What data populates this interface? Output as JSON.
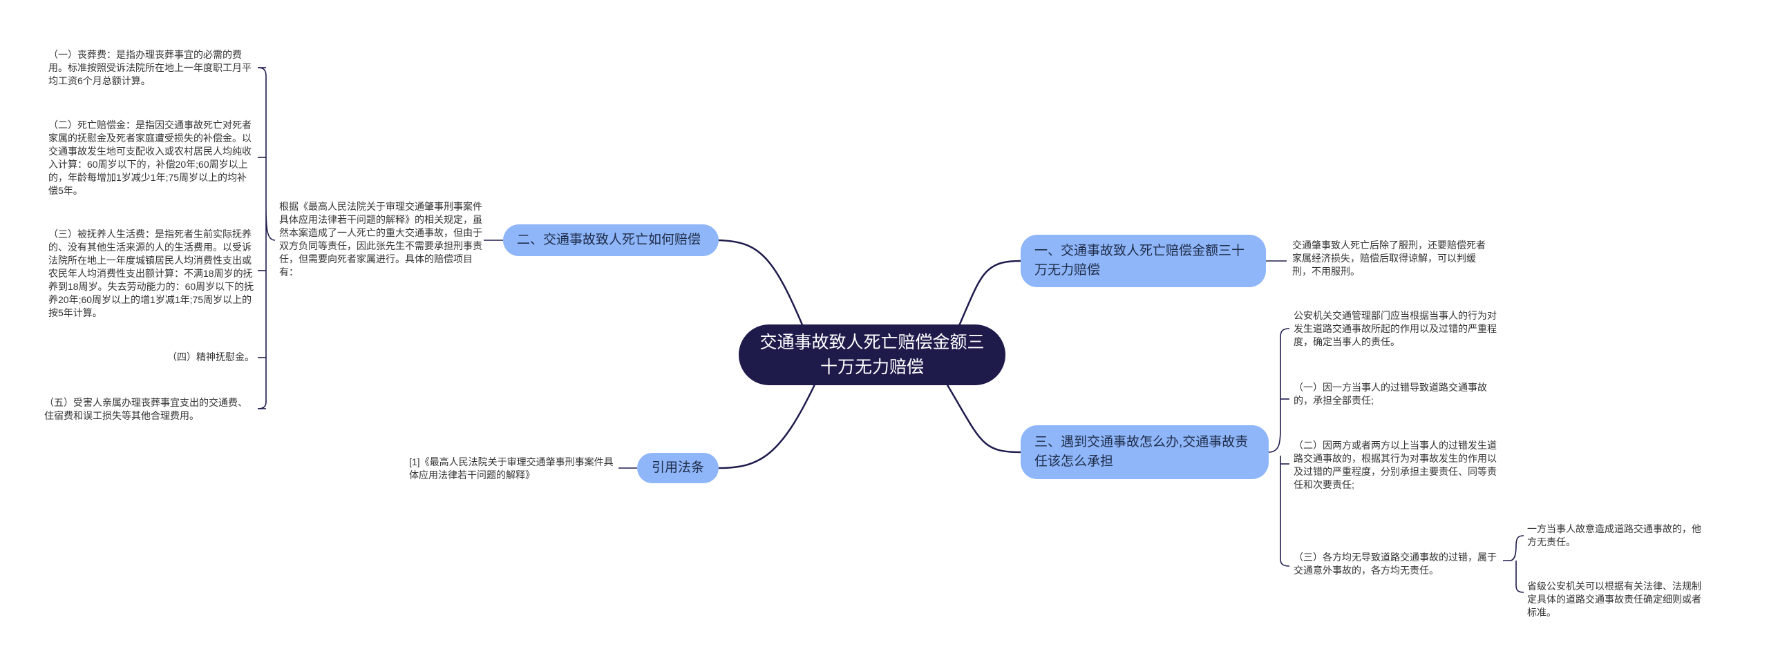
{
  "root": {
    "title": "交通事故致人死亡赔偿金额三十万无力赔偿"
  },
  "branches": {
    "b1": "一、交通事故致人死亡赔偿金额三十万无力赔偿",
    "b2": "二、交通事故致人死亡如何赔偿",
    "b3": "三、遇到交通事故怎么办,交通事故责任该怎么承担",
    "b4": "引用法条"
  },
  "leaves": {
    "b1_text": "交通肇事致人死亡后除了服刑，还要赔偿死者家属经济损失，赔偿后取得谅解，可以判缓刑，不用服刑。",
    "b2_intro": "根据《最高人民法院关于审理交通肇事刑事案件具体应用法律若干问题的解释》的相关规定，虽然本案造成了一人死亡的重大交通事故，但由于双方负同等责任，因此张先生不需要承担刑事责任，但需要向死者家属进行。具体的赔偿项目有：",
    "b2_items": [
      "（一）丧葬费：是指办理丧葬事宜的必需的费用。标准按照受诉法院所在地上一年度职工月平均工资6个月总额计算。",
      "（二）死亡赔偿金：是指因交通事故死亡对死者家属的抚慰金及死者家庭遭受损失的补偿金。以交通事故发生地可支配收入或农村居民人均纯收入计算：60周岁以下的，补偿20年;60周岁以上的，年龄每增加1岁减少1年;75周岁以上的均补偿5年。",
      "（三）被抚养人生活费：是指死者生前实际抚养的、没有其他生活来源的人的生活费用。以受诉法院所在地上一年度城镇居民人均消费性支出或农民年人均消费性支出额计算：不满18周岁的抚养到18周岁。失去劳动能力的：60周岁以下的抚养20年;60周岁以上的增1岁减1年;75周岁以上的按5年计算。",
      "（四）精神抚慰金。",
      "（五）受害人亲属办理丧葬事宜支出的交通费、住宿费和误工损失等其他合理费用。"
    ],
    "b3_items": [
      "公安机关交通管理部门应当根据当事人的行为对发生道路交通事故所起的作用以及过错的严重程度，确定当事人的责任。",
      "（一）因一方当事人的过错导致道路交通事故的，承担全部责任;",
      "（二）因两方或者两方以上当事人的过错发生道路交通事故的，根据其行为对事故发生的作用以及过错的严重程度，分别承担主要责任、同等责任和次要责任;",
      "（三）各方均无导致道路交通事故的过错，属于交通意外事故的，各方均无责任。"
    ],
    "b3_sub": [
      "一方当事人故意造成道路交通事故的，他方无责任。",
      "省级公安机关可以根据有关法律、法规制定具体的道路交通事故责任确定细则或者标准。"
    ],
    "b4_text": "[1]《最高人民法院关于审理交通肇事刑事案件具体应用法律若干问题的解释》"
  },
  "colors": {
    "root_bg": "#1e1b4b",
    "branch_bg": "#8fb6f9",
    "line": "#1e1b4b"
  }
}
